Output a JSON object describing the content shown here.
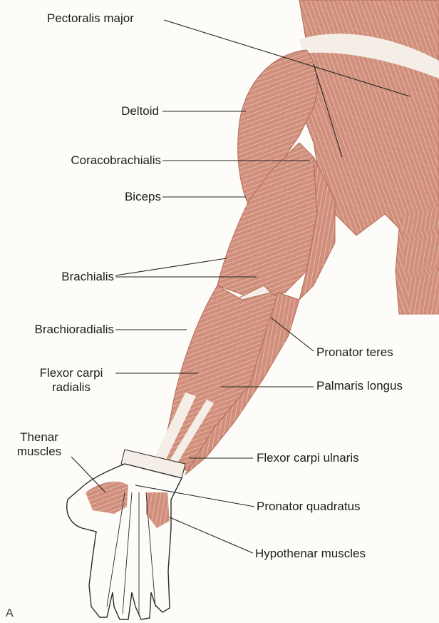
{
  "figure": {
    "panel_letter": "A",
    "colors": {
      "muscle": "#cf8f7c",
      "muscle_dark": "#b36a59",
      "fiber": "#e7b8a6",
      "tendon": "#f5eee6",
      "skin_outline": "#2b2b2b",
      "background": "#fefcf8",
      "leader_line": "#222222"
    }
  },
  "labels": {
    "pectoralis_major": "Pectoralis major",
    "deltoid": "Deltoid",
    "coracobrachialis": "Coracobrachialis",
    "biceps": "Biceps",
    "brachialis": "Brachialis",
    "brachioradialis": "Brachioradialis",
    "flexor_carpi_radialis": [
      "Flexor carpi",
      "radialis"
    ],
    "thenar_muscles": [
      "Thenar",
      "muscles"
    ],
    "pronator_teres": "Pronator teres",
    "palmaris_longus": "Palmaris longus",
    "flexor_carpi_ulnaris": "Flexor carpi ulnaris",
    "pronator_quadratus": "Pronator quadratus",
    "hypothenar_muscles": "Hypothenar muscles"
  }
}
